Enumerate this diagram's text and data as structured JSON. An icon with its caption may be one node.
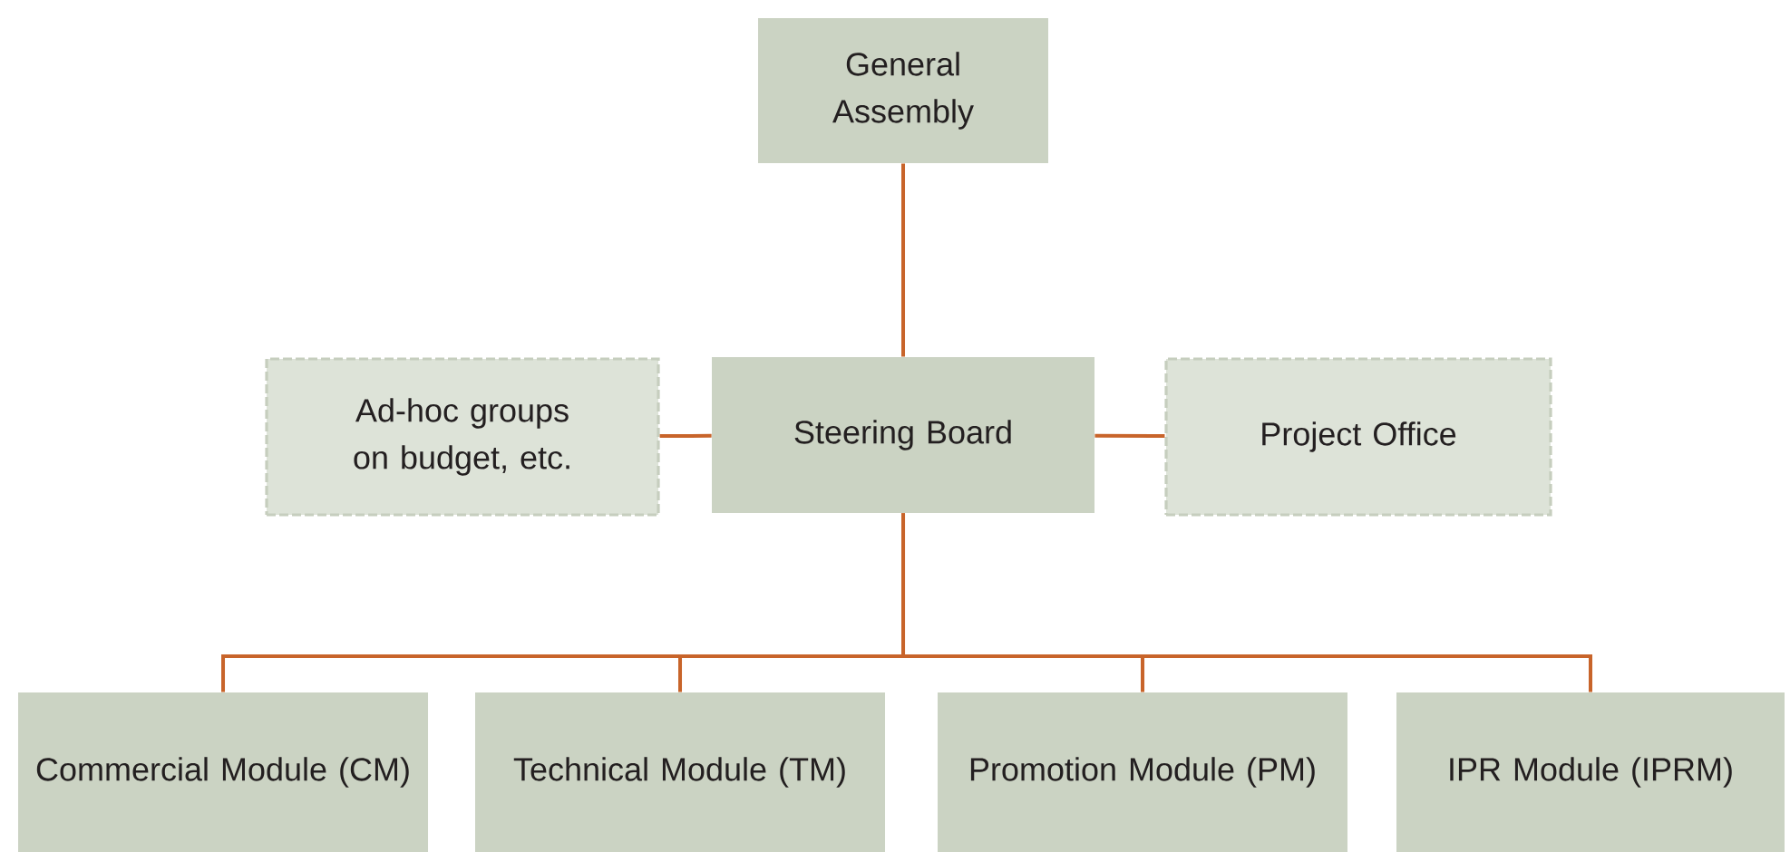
{
  "diagram": {
    "nodes": [
      {
        "text": [
          "General Assembly"
        ]
      },
      {
        "text": [
          "Ad-hoc groups on budget, etc."
        ]
      },
      {
        "text": [
          "Steering Board"
        ]
      },
      {
        "text": [
          "Project Office"
        ]
      },
      {
        "text": [
          "Commercial Module (CM)"
        ]
      },
      {
        "text": [
          "Technical Module (TM)"
        ]
      },
      {
        "text": [
          "Promotion Module (PM)"
        ]
      },
      {
        "text": [
          "IPR Module (IPRM)"
        ]
      }
    ],
    "edges": [
      {
        "from": 0,
        "to": 2,
        "arrow": "none"
      },
      {
        "from": 2,
        "to": 1,
        "arrow": "none"
      },
      {
        "from": 2,
        "to": 3,
        "arrow": "none"
      },
      {
        "from": 2,
        "to": 4,
        "arrow": "none"
      },
      {
        "from": 2,
        "to": 5,
        "arrow": "none"
      },
      {
        "from": 2,
        "to": 6,
        "arrow": "none"
      },
      {
        "from": 2,
        "to": 7,
        "arrow": "none"
      }
    ]
  }
}
